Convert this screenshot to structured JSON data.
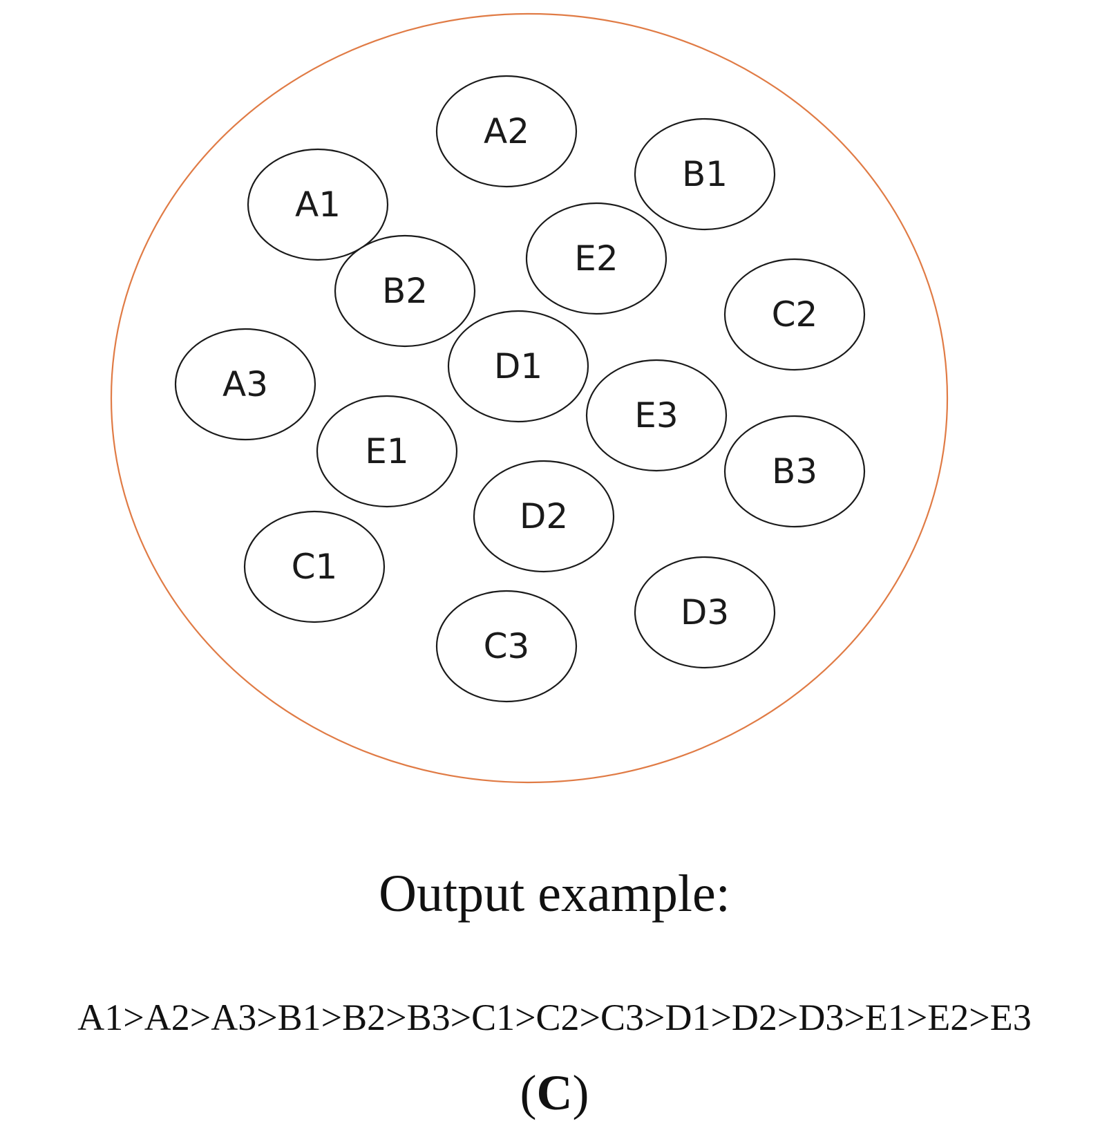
{
  "diagram": {
    "nodes": [
      {
        "id": "A1",
        "label": "A1"
      },
      {
        "id": "A2",
        "label": "A2"
      },
      {
        "id": "A3",
        "label": "A3"
      },
      {
        "id": "B1",
        "label": "B1"
      },
      {
        "id": "B2",
        "label": "B2"
      },
      {
        "id": "B3",
        "label": "B3"
      },
      {
        "id": "C1",
        "label": "C1"
      },
      {
        "id": "C2",
        "label": "C2"
      },
      {
        "id": "C3",
        "label": "C3"
      },
      {
        "id": "D1",
        "label": "D1"
      },
      {
        "id": "D2",
        "label": "D2"
      },
      {
        "id": "D3",
        "label": "D3"
      },
      {
        "id": "E1",
        "label": "E1"
      },
      {
        "id": "E2",
        "label": "E2"
      },
      {
        "id": "E3",
        "label": "E3"
      }
    ],
    "colors": {
      "outer_ellipse": "#e07b45",
      "node_stroke": "#1a1a1a",
      "text": "#1a1a1a"
    }
  },
  "output": {
    "title": "Output example:",
    "sequence": "A1>A2>A3>B1>B2>B3>C1>C2>C3>D1>D2>D3>E1>E2>E3"
  },
  "panel": {
    "open": "(",
    "letter": "C",
    "close": ")"
  }
}
